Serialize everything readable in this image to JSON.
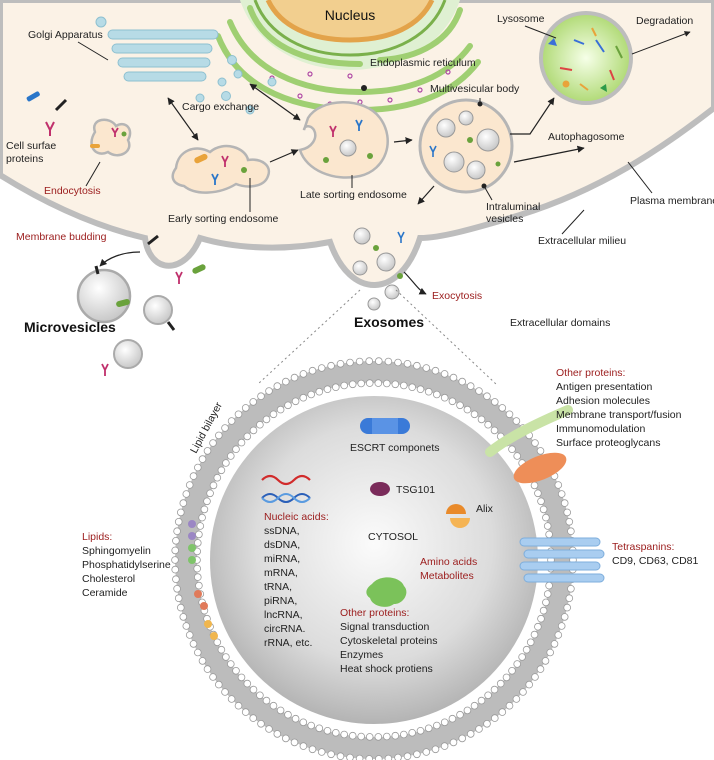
{
  "cell": {
    "nucleus": "Nucleus",
    "golgi": "Golgi Apparatus",
    "er": "Endoplasmic reticulum",
    "lysosome": "Lysosome",
    "degradation": "Degradation",
    "plasma_membrane": "Plasma membrane",
    "cell_surface_1": "Cell surfae",
    "cell_surface_2": "proteins",
    "endocytosis": "Endocytosis",
    "cargo_exchange": "Cargo exchange",
    "early_endosome": "Early sorting endosome",
    "late_endosome": "Late sorting endosome",
    "mvb": "Multivesicular body",
    "autophagosome": "Autophagosome",
    "intraluminal_1": "Intraluminal",
    "intraluminal_2": "vesicles",
    "extracellular_milieu": "Extracellular milieu",
    "membrane_budding": "Membrane budding",
    "exocytosis": "Exocytosis",
    "microvesicles": "Microvesicles",
    "exosomes": "Exosomes",
    "extracellular_domains": "Extracellular domains"
  },
  "exosome": {
    "lipid_bilayer": "Lipid bilayer",
    "escrt": "ESCRT componets",
    "tsg101": "TSG101",
    "alix": "Alix",
    "cytosol": "CYTOSOL",
    "nucleic_title": "Nucleic acids:",
    "nucleic_items": [
      "ssDNA,",
      "dsDNA,",
      "miRNA,",
      "mRNA,",
      "tRNA,",
      "piRNA,",
      "lncRNA,",
      "circRNA.",
      "rRNA, etc."
    ],
    "amino_1": "Amino acids",
    "amino_2": "Metabolites",
    "inner_prot_title": "Other proteins:",
    "inner_prot_items": [
      "Signal transduction",
      "Cytoskeletal proteins",
      "Enzymes",
      "Heat shock protiens"
    ],
    "lipids_title": "Lipids:",
    "lipids_items": [
      "Sphingomyelin",
      "Phosphatidylserine",
      "Cholesterol",
      "Ceramide"
    ],
    "outer_prot_title": "Other proteins:",
    "outer_prot_items": [
      "Antigen presentation",
      "Adhesion molecules",
      "Membrane transport/fusion",
      "Immunomodulation",
      "Surface proteoglycans"
    ],
    "tetra_title": "Tetraspanins:",
    "tetra_items": "CD9, CD63, CD81"
  },
  "colors": {
    "cytoplasm": "#fbf2e6",
    "membrane_gray": "#b9b9b9",
    "label_red": "#9b1c1c",
    "nucleus_fill": "#f2cf8f",
    "golgi_blue": "#b7dbe6",
    "lysosome_green": "#b9df7a"
  }
}
